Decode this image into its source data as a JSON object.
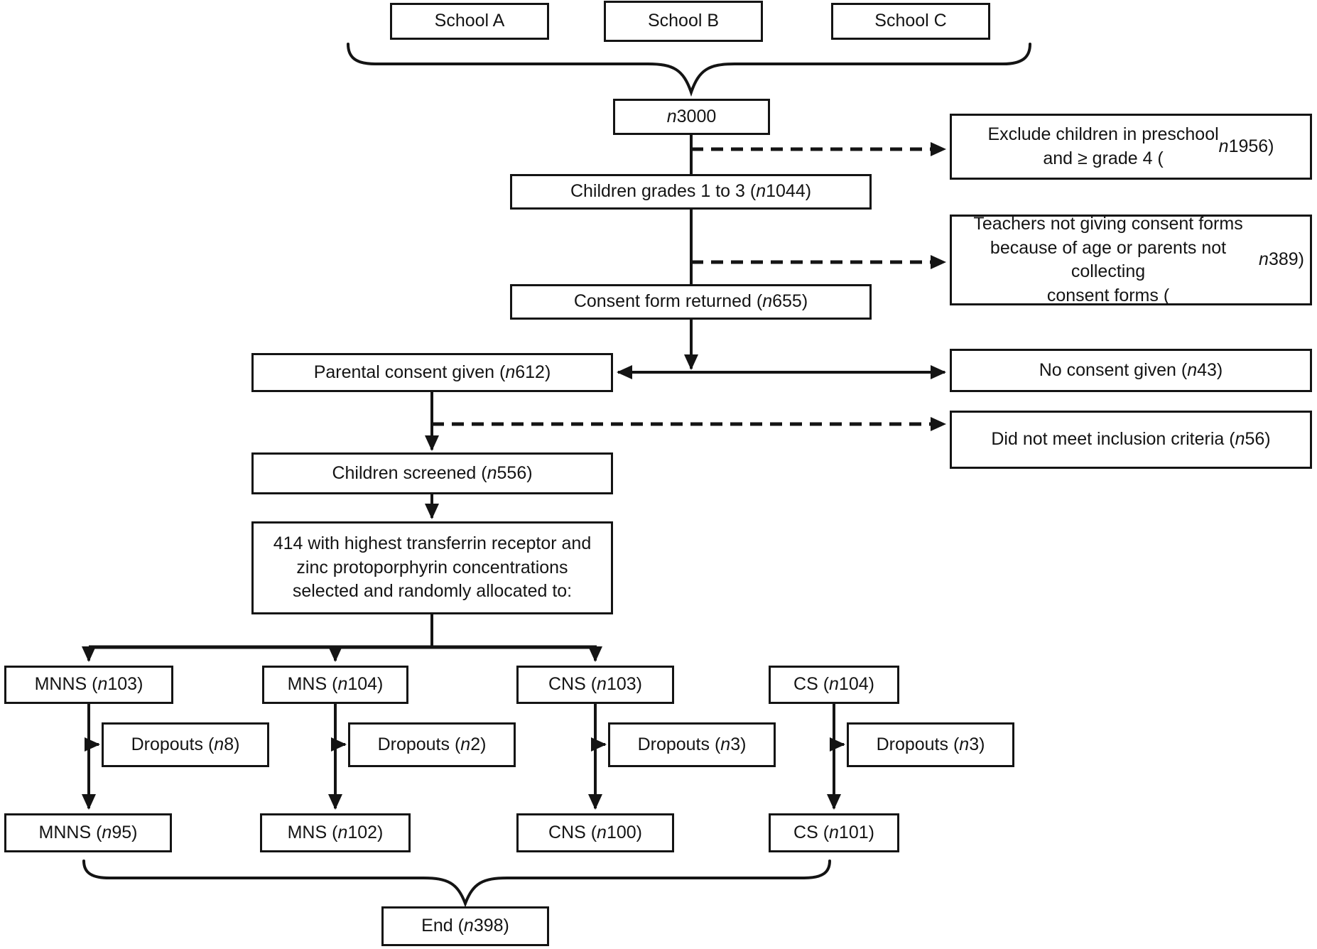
{
  "figure": {
    "schools": [
      {
        "label": "School A"
      },
      {
        "label": "School B"
      },
      {
        "label": "School C"
      }
    ],
    "nodes": {
      "total": "n 3000",
      "exclude_preschool": "Exclude children in preschool\nand ≥ grade 4 (n 1956)",
      "grades": "Children grades 1 to 3 (n 1044)",
      "teachers_no_forms": "Teachers not giving consent forms\nbecause of age or parents not collecting\nconsent forms (n 389)",
      "consent_returned": "Consent form returned (n 655)",
      "no_consent": "No consent given (n 43)",
      "parental_consent": "Parental consent given (n 612)",
      "not_inclusion": "Did not meet inclusion criteria (n 56)",
      "screened": "Children screened (n 556)",
      "allocation": "414 with highest transferrin receptor and\nzinc protoporphyrin concentrations\nselected and randomly allocated to:",
      "end": "End (n 398)"
    },
    "groups": [
      {
        "allocated": "MNNS (n 103)",
        "dropouts": "Dropouts (n 8)",
        "final": "MNNS (n 95)"
      },
      {
        "allocated": "MNS (n 104)",
        "dropouts": "Dropouts (n 2)",
        "final": "MNS (n 102)"
      },
      {
        "allocated": "CNS (n 103)",
        "dropouts": "Dropouts (n 3)",
        "final": "CNS (n 100)"
      },
      {
        "allocated": "CS (n 104)",
        "dropouts": "Dropouts (n 3)",
        "final": "CS (n 101)"
      }
    ],
    "colors": {
      "line": "#141414",
      "box_bg": "#ffffff",
      "text": "#141414"
    }
  }
}
